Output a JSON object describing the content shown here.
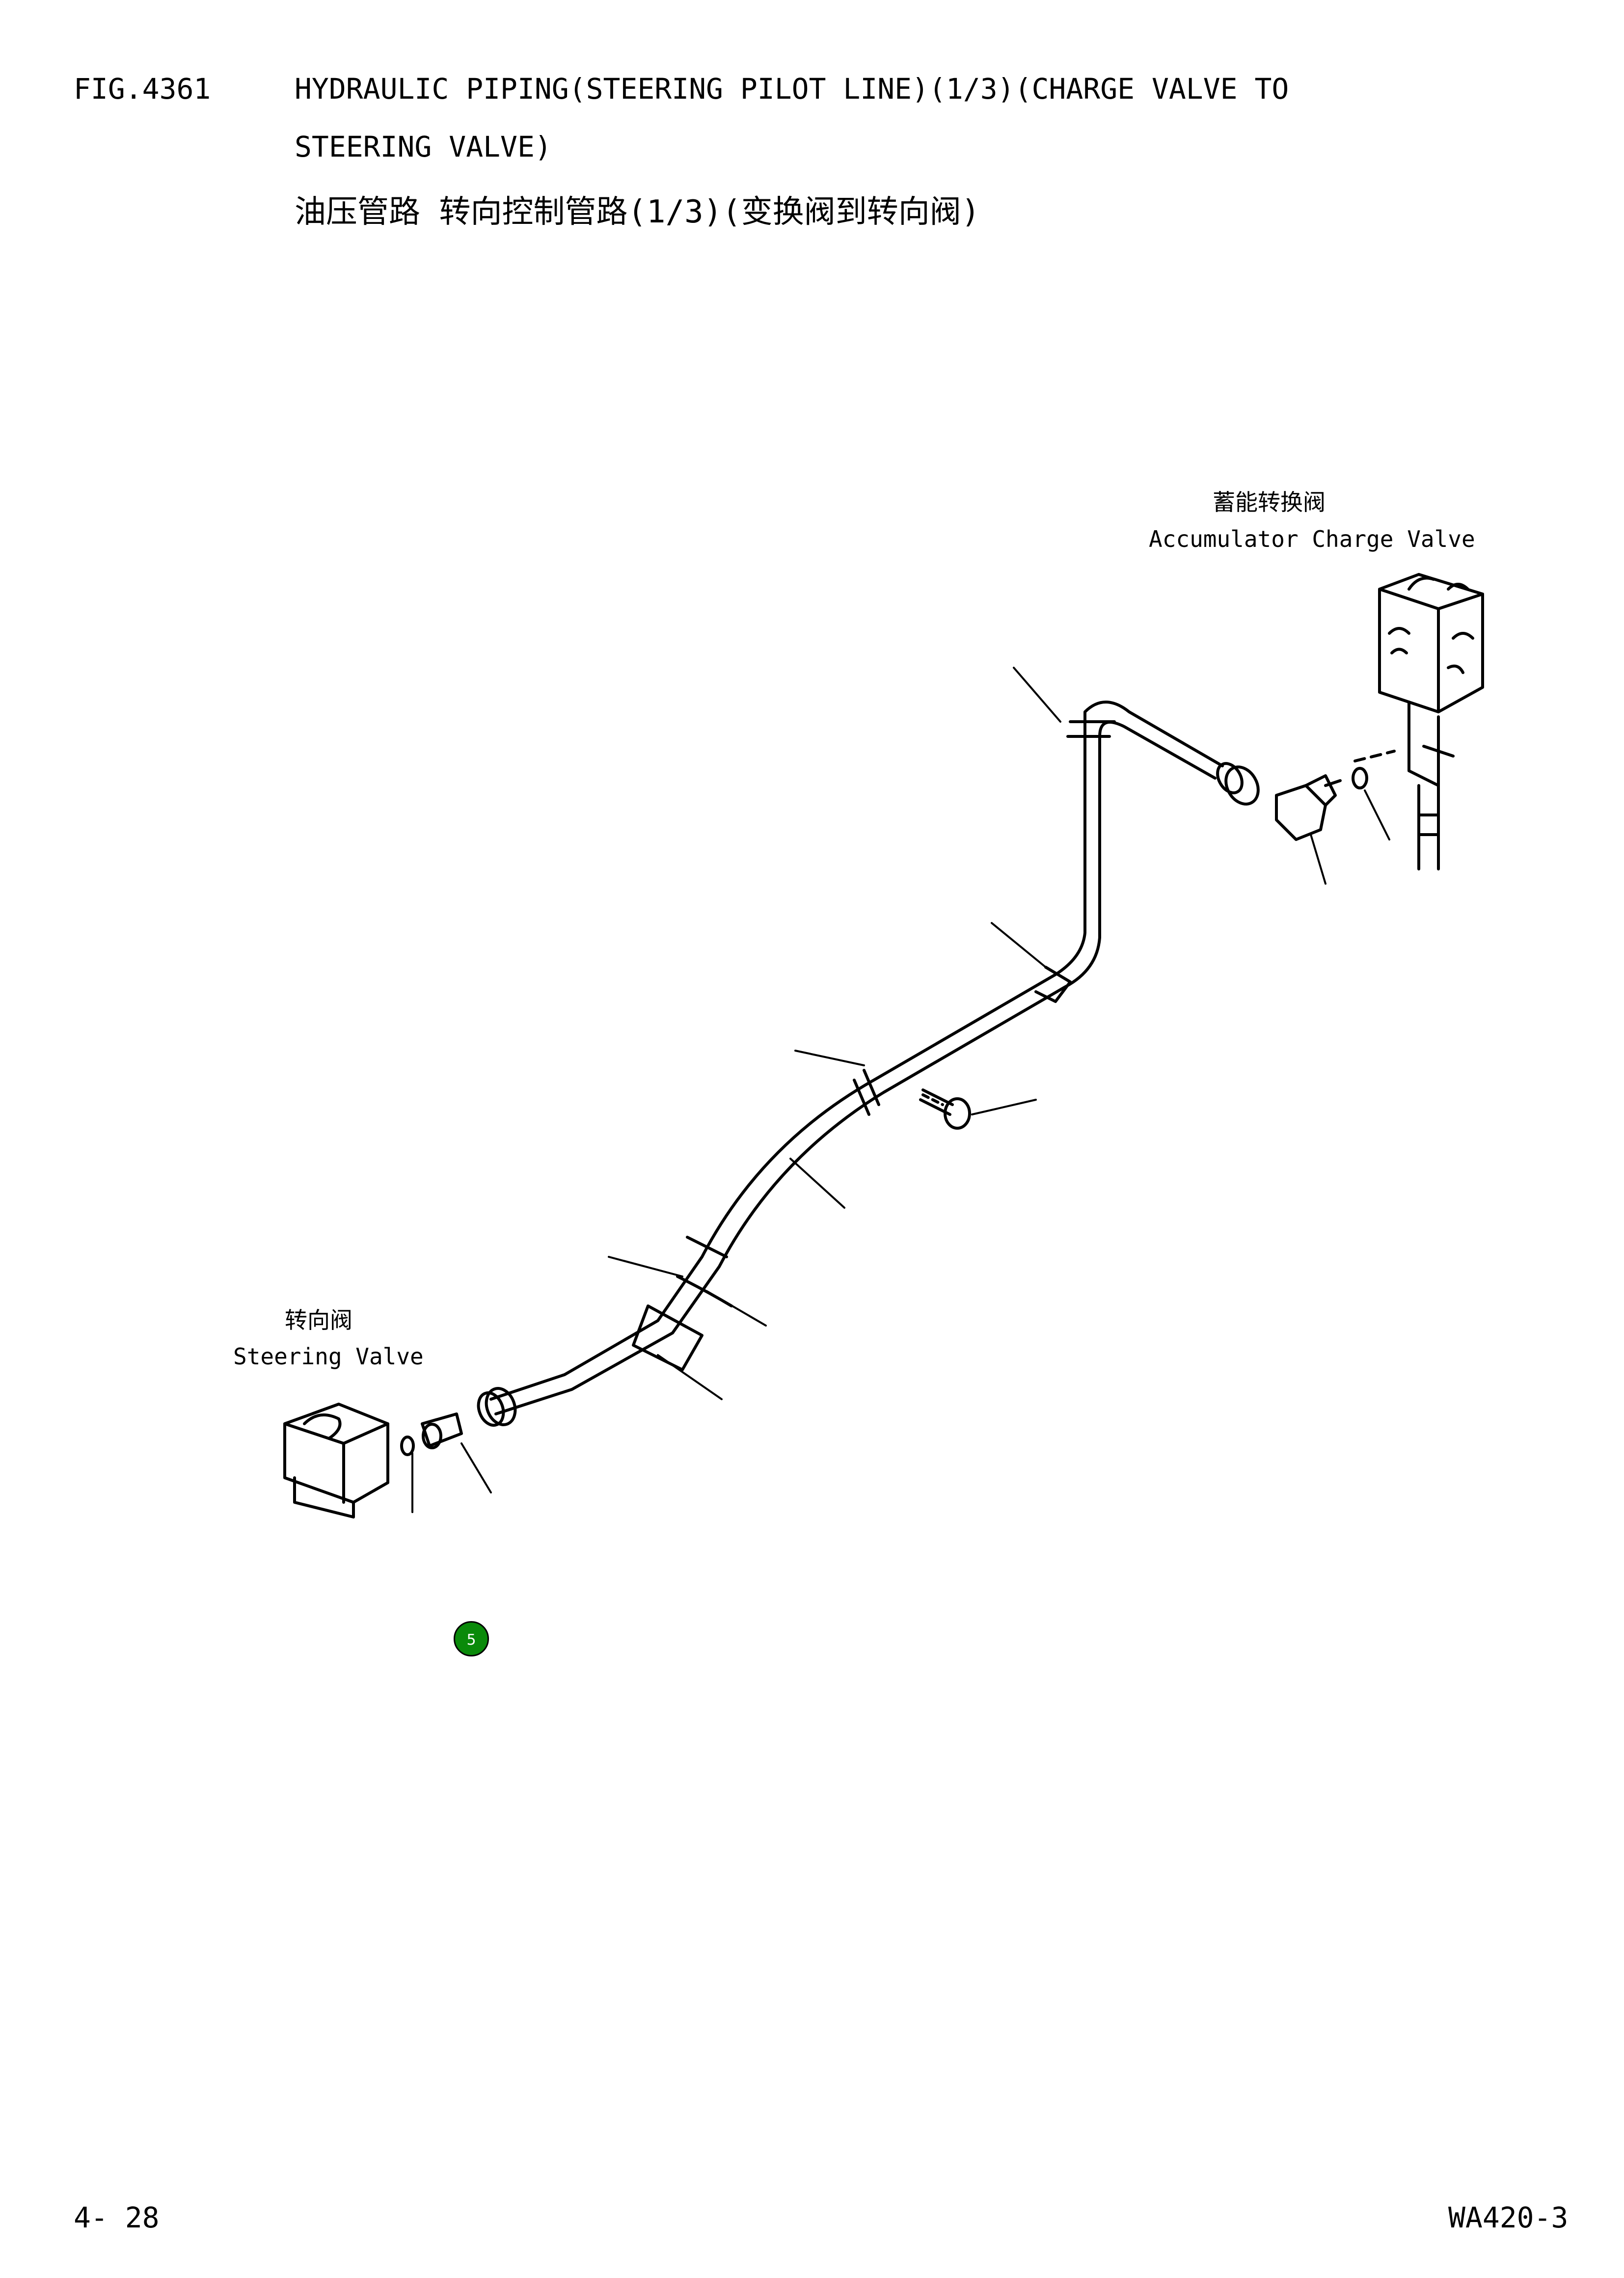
{
  "header": {
    "fig_no": "FIG.4361",
    "title_en_line1": "HYDRAULIC PIPING(STEERING PILOT LINE)(1/3)(CHARGE VALVE TO",
    "title_en_line2": "STEERING VALVE)",
    "title_cn": "油压管路 转向控制管路(1/3)(变换阀到转向阀)"
  },
  "labels": {
    "accumulator_cn": "蓄能转换阀",
    "accumulator_en": "Accumulator Charge Valve",
    "steering_cn": "转向阀",
    "steering_en": "Steering Valve"
  },
  "callouts": [
    {
      "number": "5",
      "color": "#0a8a0a"
    }
  ],
  "footer": {
    "page": "4- 28",
    "model": "WA420-3"
  },
  "icons": [
    "accumulator-charge-valve-icon",
    "steering-valve-icon",
    "elbow-fitting-icon",
    "connector-fitting-icon",
    "clamp-icon",
    "bolt-icon"
  ]
}
